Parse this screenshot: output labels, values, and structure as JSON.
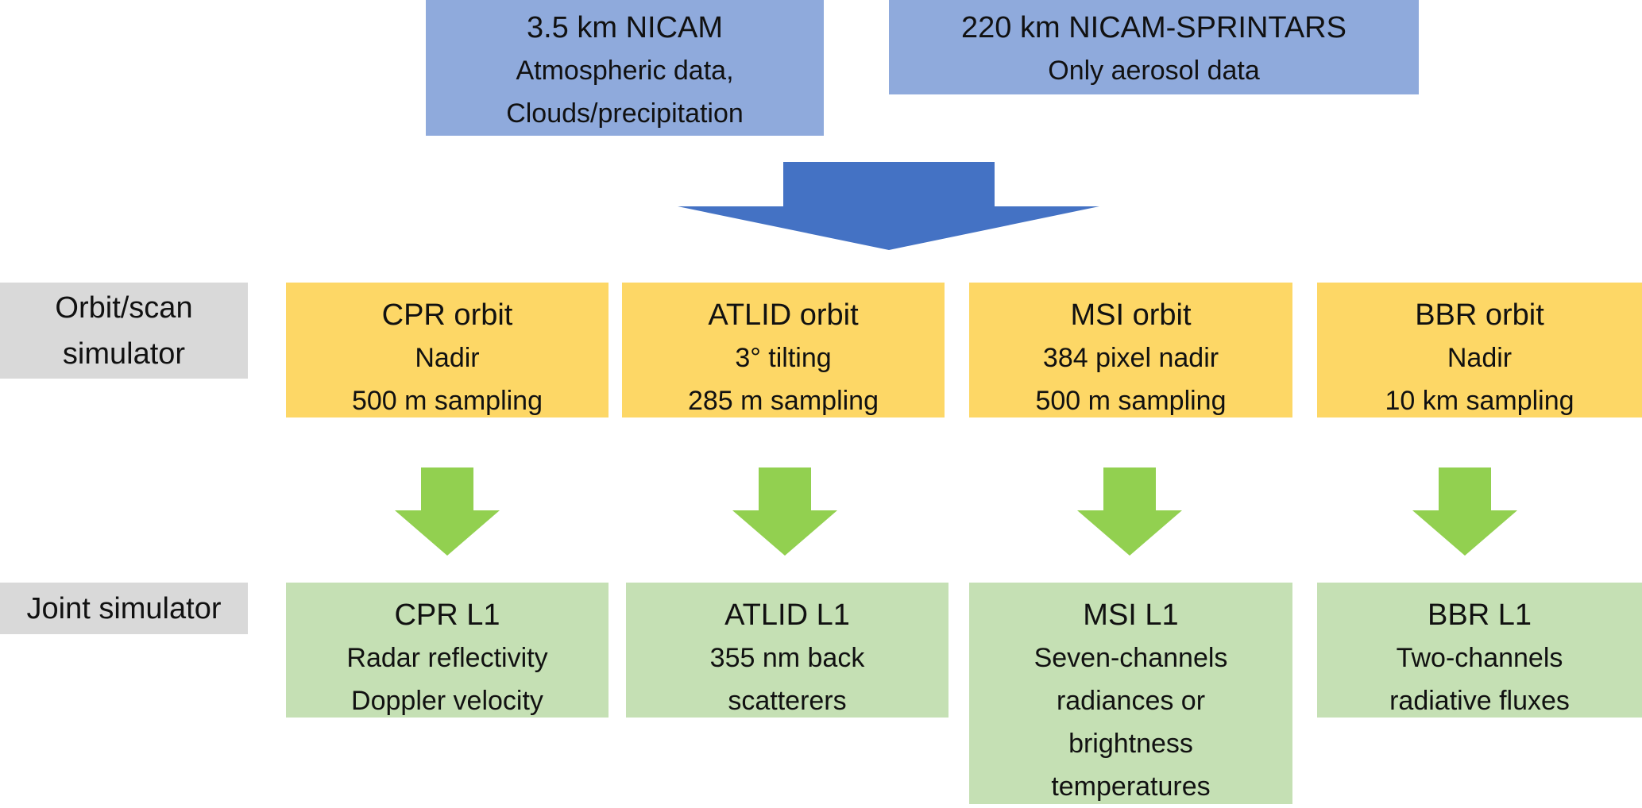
{
  "sources": [
    {
      "title": "3.5 km NICAM",
      "lines": [
        "Atmospheric data,",
        "Clouds/precipitation"
      ]
    },
    {
      "title": "220 km NICAM-SPRINTARS",
      "lines": [
        "Only aerosol data"
      ]
    }
  ],
  "row_labels": {
    "orbit": [
      "Orbit/scan",
      "simulator"
    ],
    "joint": [
      "Joint simulator"
    ]
  },
  "orbit_boxes": [
    {
      "title": "CPR orbit",
      "lines": [
        "Nadir",
        "500 m sampling"
      ]
    },
    {
      "title": "ATLID orbit",
      "lines": [
        "3° tilting",
        "285 m sampling"
      ]
    },
    {
      "title": "MSI orbit",
      "lines": [
        "384 pixel nadir",
        "500 m sampling"
      ]
    },
    {
      "title": "BBR orbit",
      "lines": [
        "Nadir",
        "10 km sampling"
      ]
    }
  ],
  "joint_boxes": [
    {
      "title": "CPR L1",
      "lines": [
        "Radar reflectivity",
        "Doppler velocity"
      ]
    },
    {
      "title": "ATLID L1",
      "lines": [
        "355 nm back",
        "scatterers"
      ]
    },
    {
      "title": "MSI L1",
      "lines": [
        "Seven-channels",
        "radiances or",
        "brightness",
        "temperatures"
      ]
    },
    {
      "title": "BBR L1",
      "lines": [
        "Two-channels",
        "radiative fluxes"
      ]
    }
  ],
  "colors": {
    "source": "#8faadc",
    "big_arrow": "#4472c4",
    "orbit": "#fdd766",
    "small_arrow": "#92d050",
    "joint": "#c5e0b4",
    "label": "#d9d9d9"
  }
}
